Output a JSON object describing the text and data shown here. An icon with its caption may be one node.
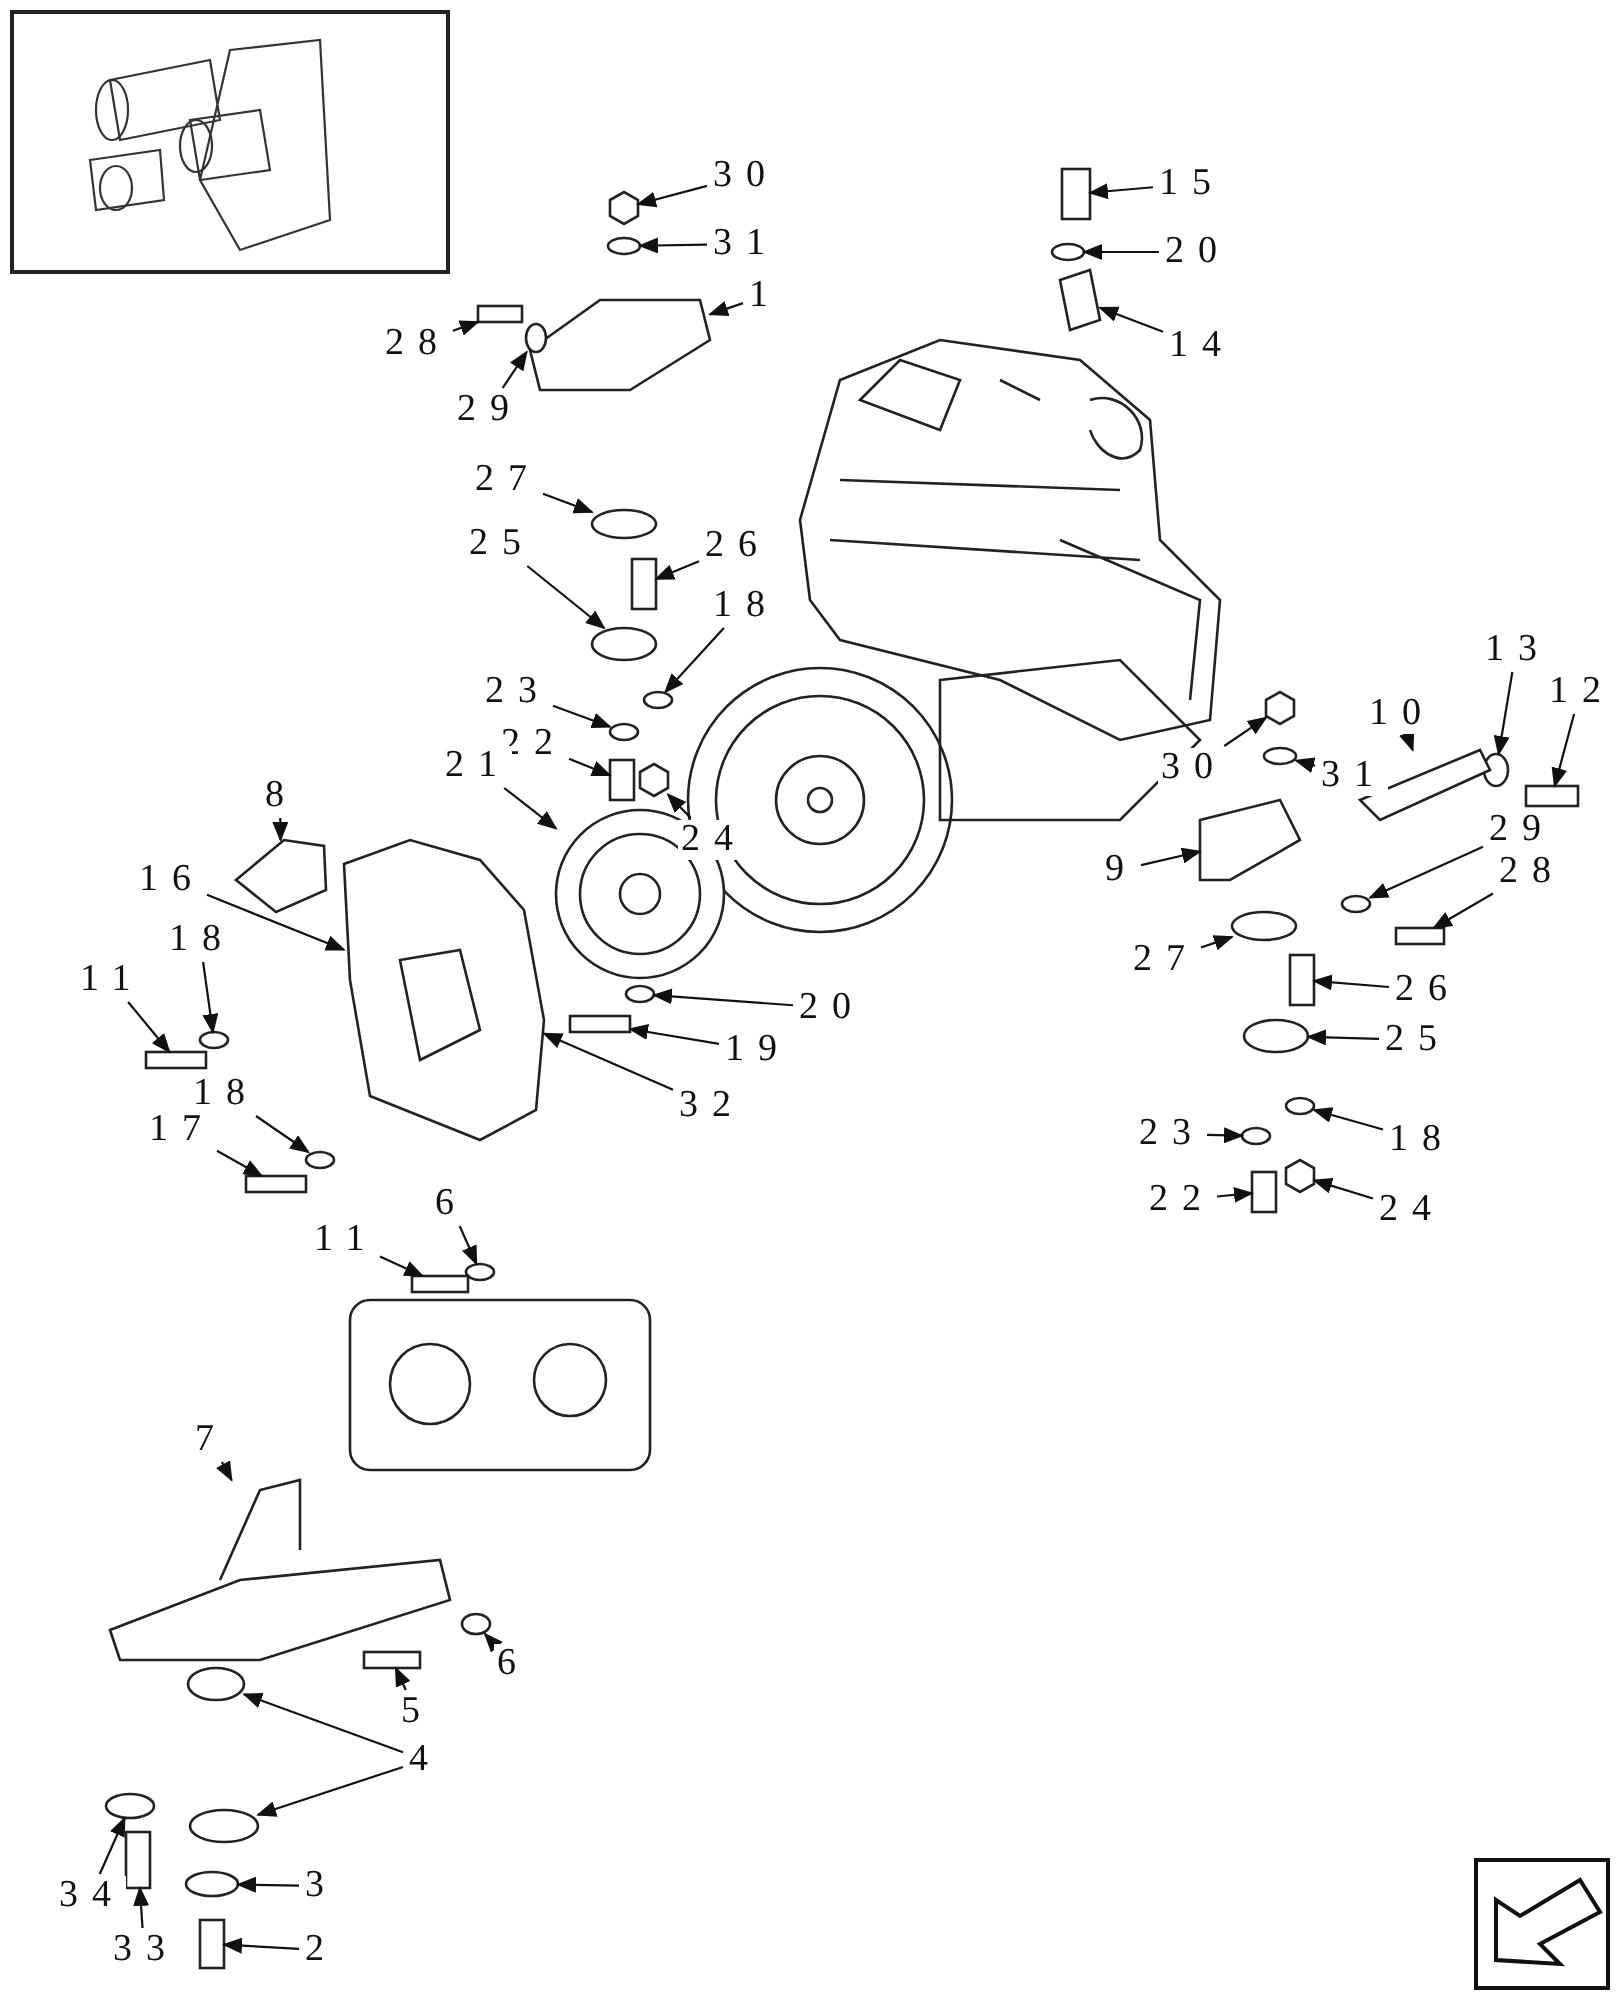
{
  "diagram": {
    "nodes": [
      {
        "text": [
          "30"
        ]
      },
      {
        "text": [
          "31"
        ]
      },
      {
        "text": [
          "1"
        ]
      },
      {
        "text": [
          "28"
        ]
      },
      {
        "text": [
          "29"
        ]
      },
      {
        "text": [
          "15"
        ]
      },
      {
        "text": [
          "20"
        ]
      },
      {
        "text": [
          "14"
        ]
      },
      {
        "text": [
          "27"
        ]
      },
      {
        "text": [
          "25"
        ]
      },
      {
        "text": [
          "26"
        ]
      },
      {
        "text": [
          "18"
        ]
      },
      {
        "text": [
          "23"
        ]
      },
      {
        "text": [
          "22"
        ]
      },
      {
        "text": [
          "24"
        ]
      },
      {
        "text": [
          "21"
        ]
      },
      {
        "text": [
          "8"
        ]
      },
      {
        "text": [
          "16"
        ]
      },
      {
        "text": [
          "18"
        ]
      },
      {
        "text": [
          "11"
        ]
      },
      {
        "text": [
          "20"
        ]
      },
      {
        "text": [
          "19"
        ]
      },
      {
        "text": [
          "32"
        ]
      },
      {
        "text": [
          "18"
        ]
      },
      {
        "text": [
          "17"
        ]
      },
      {
        "text": [
          "6"
        ]
      },
      {
        "text": [
          "11"
        ]
      },
      {
        "text": [
          "13"
        ]
      },
      {
        "text": [
          "12"
        ]
      },
      {
        "text": [
          "10"
        ]
      },
      {
        "text": [
          "30"
        ]
      },
      {
        "text": [
          "31"
        ]
      },
      {
        "text": [
          "9"
        ]
      },
      {
        "text": [
          "29"
        ]
      },
      {
        "text": [
          "28"
        ]
      },
      {
        "text": [
          "27"
        ]
      },
      {
        "text": [
          "26"
        ]
      },
      {
        "text": [
          "25"
        ]
      },
      {
        "text": [
          "23"
        ]
      },
      {
        "text": [
          "18"
        ]
      },
      {
        "text": [
          "22"
        ]
      },
      {
        "text": [
          "24"
        ]
      },
      {
        "text": [
          "7"
        ]
      },
      {
        "text": [
          "6"
        ]
      },
      {
        "text": [
          "5"
        ]
      },
      {
        "text": [
          "4"
        ]
      },
      {
        "text": [
          "34"
        ]
      },
      {
        "text": [
          "3"
        ]
      },
      {
        "text": [
          "33"
        ]
      },
      {
        "text": [
          "2"
        ]
      },
      {
        "text": [],
        "shape": "hexagon"
      },
      {
        "text": [],
        "shape": "ellipse"
      },
      {
        "text": [],
        "shape": "polygon"
      },
      {
        "text": [],
        "shape": "box"
      },
      {
        "text": [],
        "shape": "ellipse"
      },
      {
        "text": [],
        "shape": "box"
      },
      {
        "text": [],
        "shape": "ellipse"
      },
      {
        "text": [],
        "shape": "polygon"
      },
      {
        "text": [],
        "shape": "ellipse"
      },
      {
        "text": [],
        "shape": "ellipse"
      },
      {
        "text": [],
        "shape": "box"
      },
      {
        "text": [],
        "shape": "ellipse"
      },
      {
        "text": [],
        "shape": "ellipse"
      },
      {
        "text": [],
        "shape": "box"
      },
      {
        "text": [],
        "shape": "hexagon"
      },
      {
        "text": [],
        "shape": "circle"
      },
      {
        "text": [],
        "shape": "polygon"
      },
      {
        "text": [],
        "shape": "polygon"
      },
      {
        "text": [],
        "shape": "ellipse"
      },
      {
        "text": [],
        "shape": "box"
      },
      {
        "text": [],
        "shape": "ellipse"
      },
      {
        "text": [],
        "shape": "box"
      },
      {
        "text": [],
        "shape": "ellipse"
      },
      {
        "text": [],
        "shape": "box"
      },
      {
        "text": [],
        "shape": "ellipse"
      },
      {
        "text": [],
        "shape": "box"
      },
      {
        "text": [],
        "shape": "ellipse"
      },
      {
        "text": [],
        "shape": "box"
      },
      {
        "text": [],
        "shape": "polygon"
      },
      {
        "text": [],
        "shape": "hexagon"
      },
      {
        "text": [],
        "shape": "ellipse"
      },
      {
        "text": [],
        "shape": "polygon"
      },
      {
        "text": [],
        "shape": "ellipse"
      },
      {
        "text": [],
        "shape": "box"
      },
      {
        "text": [],
        "shape": "ellipse"
      },
      {
        "text": [],
        "shape": "box"
      },
      {
        "text": [],
        "shape": "ellipse"
      },
      {
        "text": [],
        "shape": "ellipse"
      },
      {
        "text": [],
        "shape": "ellipse"
      },
      {
        "text": [],
        "shape": "box"
      },
      {
        "text": [],
        "shape": "hexagon"
      },
      {
        "text": [],
        "shape": "polygon"
      },
      {
        "text": [],
        "shape": "ellipse"
      },
      {
        "text": [],
        "shape": "box"
      },
      {
        "text": [],
        "shape": "ellipse"
      },
      {
        "text": [],
        "shape": "ellipse"
      },
      {
        "text": [],
        "shape": "ellipse"
      },
      {
        "text": [],
        "shape": "ellipse"
      },
      {
        "text": [],
        "shape": "box"
      },
      {
        "text": [],
        "shape": "box"
      }
    ],
    "edges": [
      {
        "from": 0,
        "to": 50,
        "arrow": "to"
      },
      {
        "from": 1,
        "to": 51,
        "arrow": "to"
      },
      {
        "from": 2,
        "to": 52,
        "arrow": "to"
      },
      {
        "from": 3,
        "to": 53,
        "arrow": "to"
      },
      {
        "from": 4,
        "to": 54,
        "arrow": "to"
      },
      {
        "from": 5,
        "to": 55,
        "arrow": "to"
      },
      {
        "from": 6,
        "to": 56,
        "arrow": "to"
      },
      {
        "from": 7,
        "to": 57,
        "arrow": "to"
      },
      {
        "from": 8,
        "to": 58,
        "arrow": "to"
      },
      {
        "from": 9,
        "to": 59,
        "arrow": "to"
      },
      {
        "from": 10,
        "to": 60,
        "arrow": "to"
      },
      {
        "from": 11,
        "to": 61,
        "arrow": "to"
      },
      {
        "from": 12,
        "to": 62,
        "arrow": "to"
      },
      {
        "from": 13,
        "to": 63,
        "arrow": "to"
      },
      {
        "from": 14,
        "to": 64,
        "arrow": "to"
      },
      {
        "from": 15,
        "to": 65,
        "arrow": "to"
      },
      {
        "from": 16,
        "to": 66,
        "arrow": "to"
      },
      {
        "from": 17,
        "to": 67,
        "arrow": "to"
      },
      {
        "from": 18,
        "to": 68,
        "arrow": "to"
      },
      {
        "from": 19,
        "to": 69,
        "arrow": "to"
      },
      {
        "from": 20,
        "to": 70,
        "arrow": "to"
      },
      {
        "from": 21,
        "to": 71,
        "arrow": "to"
      },
      {
        "from": 22,
        "to": 67,
        "arrow": "to"
      },
      {
        "from": 23,
        "to": 72,
        "arrow": "to"
      },
      {
        "from": 24,
        "to": 73,
        "arrow": "to"
      },
      {
        "from": 25,
        "to": 74,
        "arrow": "to"
      },
      {
        "from": 26,
        "to": 75,
        "arrow": "to"
      },
      {
        "from": 27,
        "to": 76,
        "arrow": "to"
      },
      {
        "from": 28,
        "to": 77,
        "arrow": "to"
      },
      {
        "from": 29,
        "to": 78,
        "arrow": "to"
      },
      {
        "from": 30,
        "to": 79,
        "arrow": "to"
      },
      {
        "from": 31,
        "to": 80,
        "arrow": "to"
      },
      {
        "from": 32,
        "to": 81,
        "arrow": "to"
      },
      {
        "from": 33,
        "to": 82,
        "arrow": "to"
      },
      {
        "from": 34,
        "to": 83,
        "arrow": "to"
      },
      {
        "from": 35,
        "to": 84,
        "arrow": "to"
      },
      {
        "from": 36,
        "to": 85,
        "arrow": "to"
      },
      {
        "from": 37,
        "to": 86,
        "arrow": "to"
      },
      {
        "from": 38,
        "to": 87,
        "arrow": "to"
      },
      {
        "from": 39,
        "to": 88,
        "arrow": "to"
      },
      {
        "from": 40,
        "to": 89,
        "arrow": "to"
      },
      {
        "from": 41,
        "to": 90,
        "arrow": "to"
      },
      {
        "from": 42,
        "to": 91,
        "arrow": "to"
      },
      {
        "from": 43,
        "to": 92,
        "arrow": "to"
      },
      {
        "from": 44,
        "to": 93,
        "arrow": "to"
      },
      {
        "from": 45,
        "to": 94,
        "arrow": "to"
      },
      {
        "from": 45,
        "to": 95,
        "arrow": "to"
      },
      {
        "from": 46,
        "to": 96,
        "arrow": "to"
      },
      {
        "from": 47,
        "to": 97,
        "arrow": "to"
      },
      {
        "from": 48,
        "to": 98,
        "arrow": "to"
      },
      {
        "from": 49,
        "to": 99,
        "arrow": "to"
      }
    ]
  }
}
